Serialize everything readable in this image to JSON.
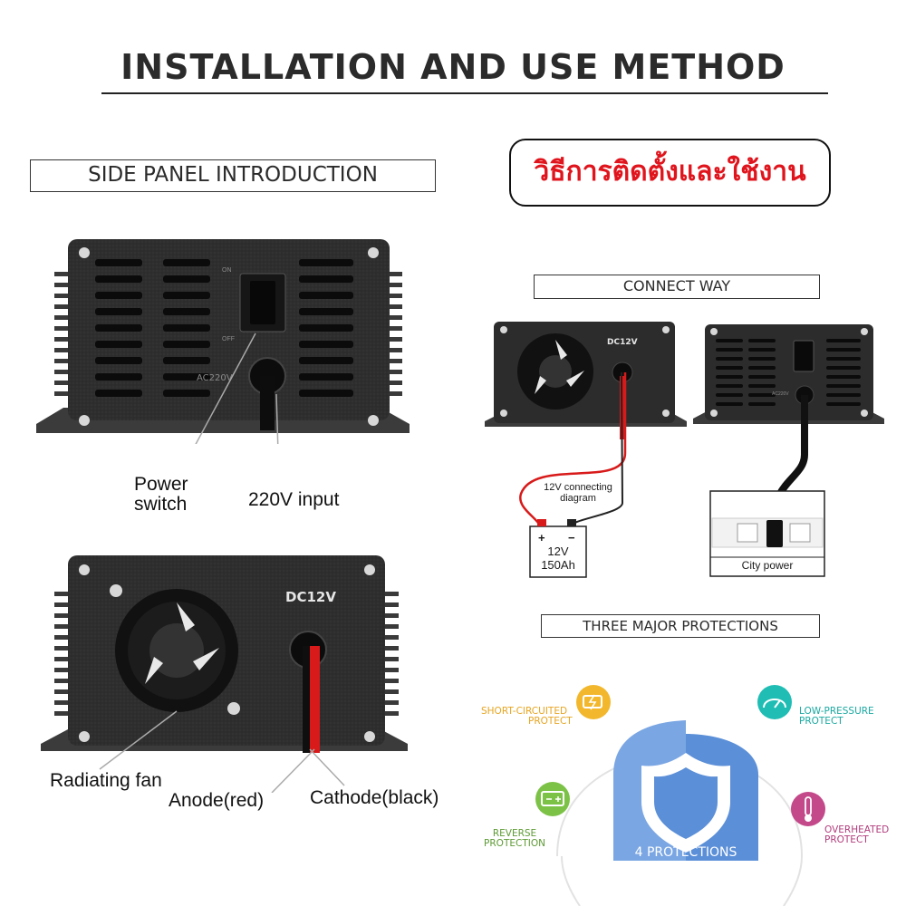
{
  "header": {
    "title": "INSTALLATION AND USE METHOD"
  },
  "side_panel": {
    "heading": "SIDE PANEL INTRODUCTION",
    "top_panel": {
      "switch_on_label": "ON",
      "switch_off_label": "OFF",
      "input_marking": "AC220V",
      "callouts": {
        "power_switch_line1": "Power",
        "power_switch_line2": "switch",
        "ac_input": "220V input"
      }
    },
    "bottom_panel": {
      "output_marking": "DC12V",
      "callouts": {
        "fan": "Radiating fan",
        "anode": "Anode(red)",
        "cathode": "Cathode(black)"
      }
    }
  },
  "thai_badge": {
    "text": "วิธีการติดตั้งและใช้งาน"
  },
  "connect_way": {
    "heading": "CONNECT WAY",
    "dc_marking": "DC12V",
    "ac_marking": "AC220V",
    "diagram_label_line1": "12V connecting",
    "diagram_label_line2": "diagram",
    "battery_plus": "+",
    "battery_minus": "−",
    "battery_voltage": "12V",
    "battery_capacity": "150Ah",
    "socket_label": "City power"
  },
  "protections": {
    "heading": "THREE MAJOR PROTECTIONS",
    "center_label": "4 PROTECTIONS",
    "items": [
      {
        "line1": "SHORT-CIRCUITED",
        "line2": "PROTECT",
        "color": "#f2b72c"
      },
      {
        "line1": "LOW-PRESSURE",
        "line2": "PROTECT",
        "color": "#1fbdb4"
      },
      {
        "line1": "REVERSE",
        "line2": "PROTECTION",
        "color": "#7cc247"
      },
      {
        "line1": "OVERHEATED",
        "line2": "PROTECT",
        "color": "#c3498a"
      }
    ],
    "shield_color": "#5b8fd8"
  }
}
